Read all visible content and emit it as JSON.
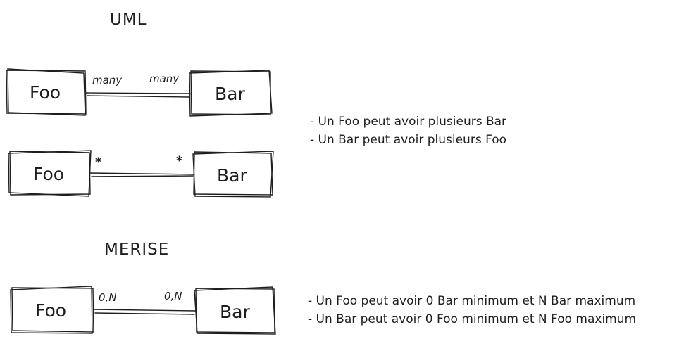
{
  "uml": {
    "title": "UML",
    "diagram1": {
      "left": "Foo",
      "right": "Bar",
      "left_mult": "many",
      "right_mult": "many"
    },
    "diagram2": {
      "left": "Foo",
      "right": "Bar",
      "left_mult": "*",
      "right_mult": "*"
    },
    "notes": [
      "- Un Foo peut avoir plusieurs Bar",
      "- Un Bar peut avoir plusieurs Foo"
    ]
  },
  "merise": {
    "title": "MERISE",
    "diagram": {
      "left": "Foo",
      "right": "Bar",
      "left_mult": "0,N",
      "right_mult": "0,N"
    },
    "notes": [
      "- Un Foo peut avoir 0 Bar minimum et N Bar maximum",
      "- Un Bar peut avoir 0 Foo minimum et N Foo maximum"
    ]
  }
}
